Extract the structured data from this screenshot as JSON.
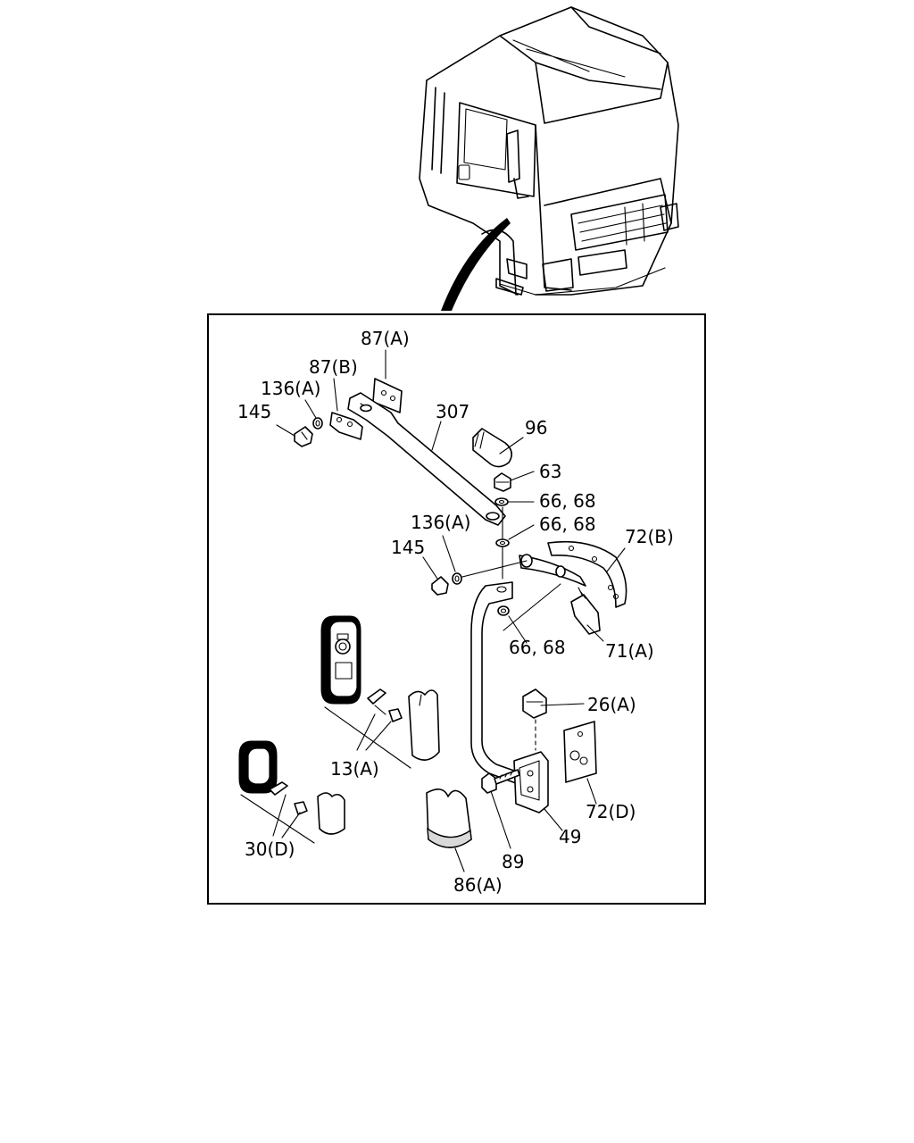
{
  "diagram": {
    "labels": {
      "p87a": "87(A)",
      "p87b": "87(B)",
      "p136a_top": "136(A)",
      "p145_top": "145",
      "p307": "307",
      "p96": "96",
      "p63": "63",
      "p6668_a": "66, 68",
      "p6668_b": "66, 68",
      "p136a_mid": "136(A)",
      "p145_mid": "145",
      "p72b": "72(B)",
      "p6668_c": "66, 68",
      "p71a": "71(A)",
      "p26a": "26(A)",
      "p13a": "13(A)",
      "p72d": "72(D)",
      "p49": "49",
      "p30d": "30(D)",
      "p89": "89",
      "p86a": "86(A)"
    }
  }
}
